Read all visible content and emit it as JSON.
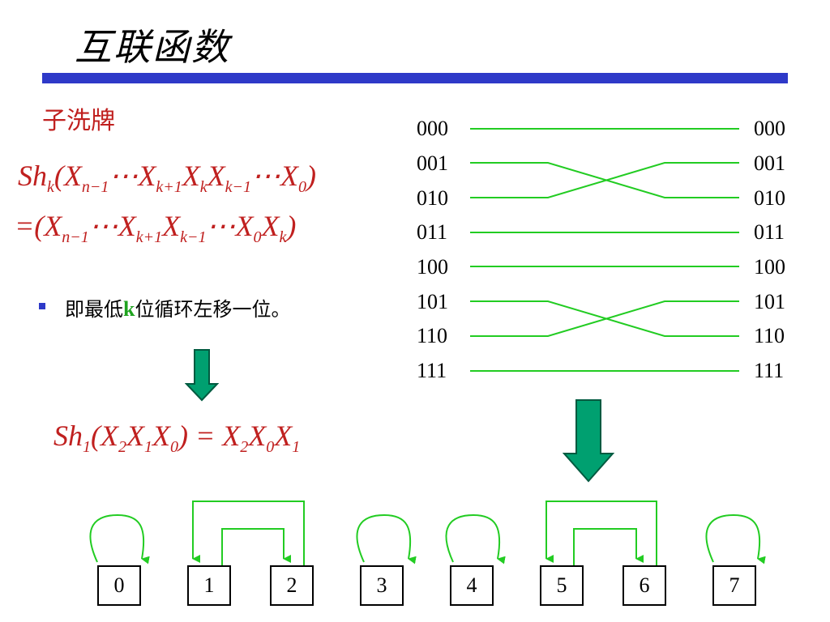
{
  "slide": {
    "title": "互联函数",
    "subtitle": "子洗牌",
    "bullet_prefix": "即最低",
    "bullet_k": "k",
    "bullet_suffix": "位循环左移一位。"
  },
  "formulas": {
    "line1": [
      "Sh",
      "k",
      "(X",
      "n−1",
      "⋯X",
      "k+1",
      "X",
      "k",
      "X",
      "k−1",
      "⋯X",
      "0",
      ")"
    ],
    "line2": [
      "=(X",
      "n−1",
      "⋯X",
      "k+1",
      "X",
      "k−1",
      "⋯X",
      "0",
      "X",
      "k",
      ")"
    ],
    "example": [
      "Sh",
      "1",
      "(X",
      "2",
      "X",
      "1",
      "X",
      "0",
      ") = X",
      "2",
      "X",
      "0",
      "X",
      "1"
    ]
  },
  "shuffle_labels": {
    "left": [
      "000",
      "001",
      "010",
      "011",
      "100",
      "101",
      "110",
      "111"
    ],
    "right": [
      "000",
      "001",
      "010",
      "011",
      "100",
      "101",
      "110",
      "111"
    ]
  },
  "nodes": [
    "0",
    "1",
    "2",
    "3",
    "4",
    "5",
    "6",
    "7"
  ],
  "colors": {
    "accent": "#c0201f",
    "rule": "#2e39c8",
    "wire": "#22cc22",
    "arrow": "#00a070"
  },
  "icons": {
    "down_arrow_small": "down-arrow-icon",
    "down_arrow_large": "down-arrow-icon"
  }
}
